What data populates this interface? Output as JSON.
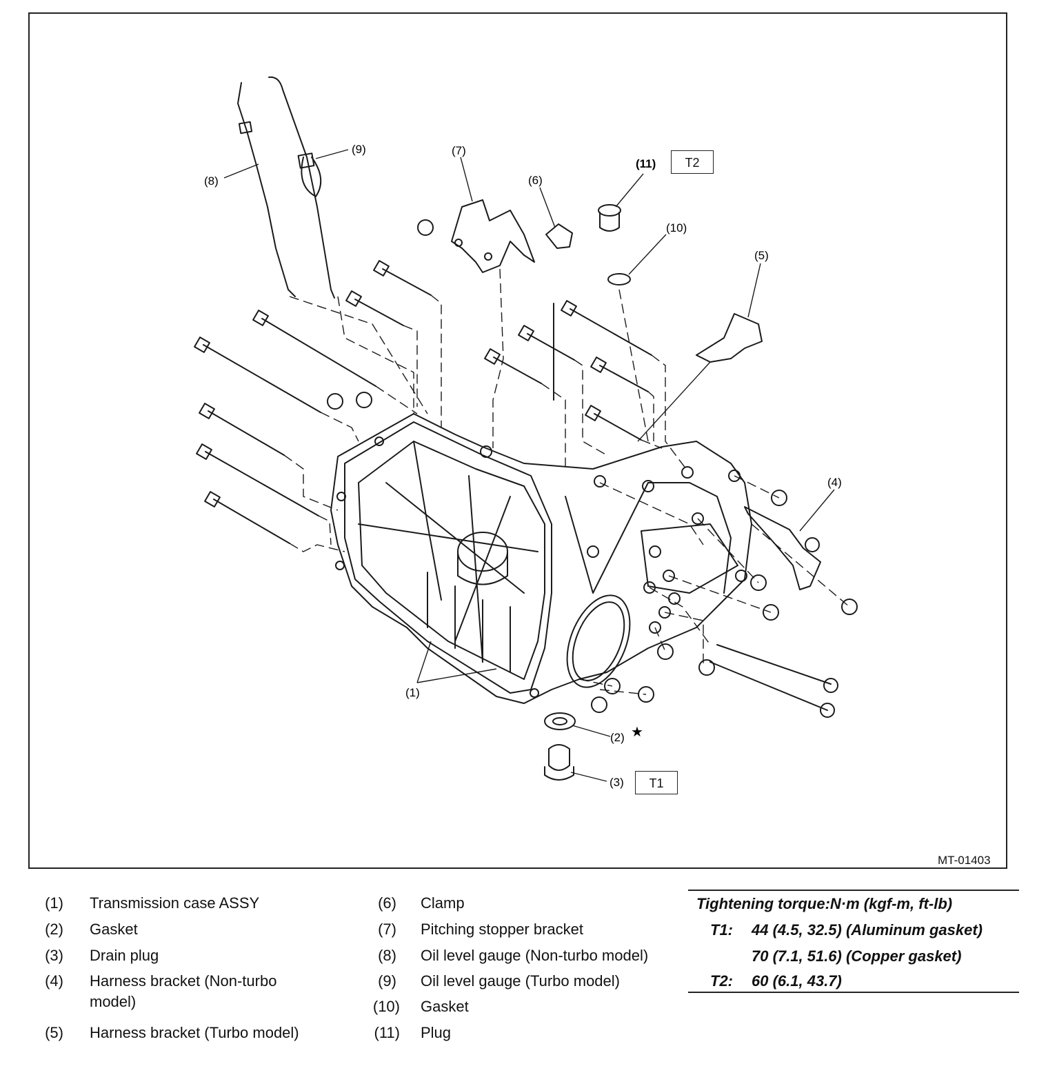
{
  "figure": {
    "drawing_id": "MT-01403",
    "callouts": {
      "c1": "(1)",
      "c2": "(2)",
      "c2_mark": "★",
      "c3": "(3)",
      "c4": "(4)",
      "c5": "(5)",
      "c6": "(6)",
      "c7": "(7)",
      "c8": "(8)",
      "c9": "(9)",
      "c10": "(10)",
      "c11": "(11)"
    },
    "torque_tags": {
      "t1": "T1",
      "t2": "T2"
    }
  },
  "legend": [
    {
      "num": "(1)",
      "text": "Transmission case ASSY"
    },
    {
      "num": "(2)",
      "text": "Gasket"
    },
    {
      "num": "(3)",
      "text": "Drain plug"
    },
    {
      "num": "(4)",
      "text": "Harness bracket (Non-turbo",
      "text2": "model)"
    },
    {
      "num": "(5)",
      "text": "Harness bracket (Turbo model)"
    },
    {
      "num": "(6)",
      "text": "Clamp"
    },
    {
      "num": "(7)",
      "text": "Pitching stopper bracket"
    },
    {
      "num": "(8)",
      "text": "Oil level gauge (Non-turbo model)"
    },
    {
      "num": "(9)",
      "text": "Oil level gauge (Turbo model)"
    },
    {
      "num": "(10)",
      "text": "Gasket"
    },
    {
      "num": "(11)",
      "text": "Plug"
    }
  ],
  "torque": {
    "heading": "Tightening torque:N·m (kgf-m, ft-lb)",
    "t1_label": "T1:",
    "t1_line1": "44 (4.5, 32.5) (Aluminum gasket)",
    "t1_line2": "70 (7.1, 51.6) (Copper gasket)",
    "t2_label": "T2:",
    "t2_line1": "60 (6.1, 43.7)"
  }
}
